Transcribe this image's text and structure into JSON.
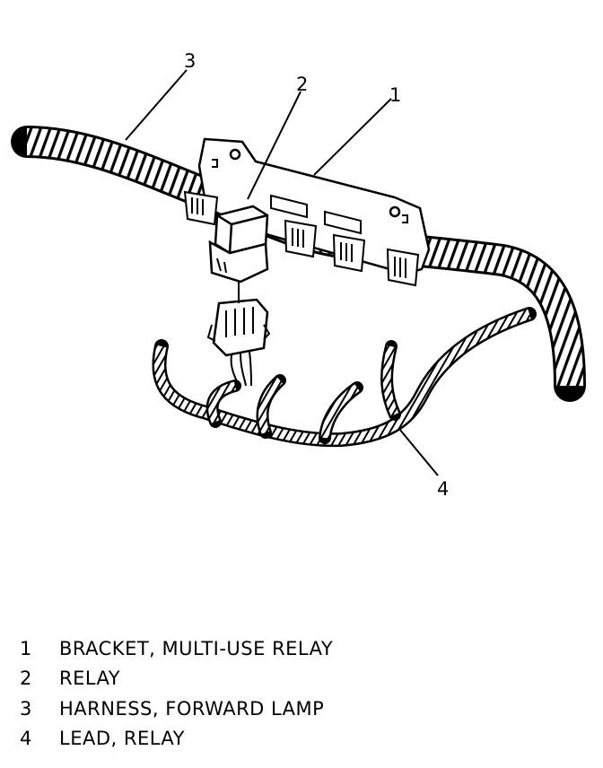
{
  "callouts": [
    "1",
    "2",
    "3",
    "4"
  ],
  "legend": [
    {
      "num": "1",
      "label": "BRACKET, MULTI-USE RELAY"
    },
    {
      "num": "2",
      "label": "RELAY"
    },
    {
      "num": "3",
      "label": "HARNESS, FORWARD LAMP"
    },
    {
      "num": "4",
      "label": "LEAD, RELAY"
    }
  ],
  "colors": {
    "line": "#000000",
    "background": "#ffffff"
  }
}
